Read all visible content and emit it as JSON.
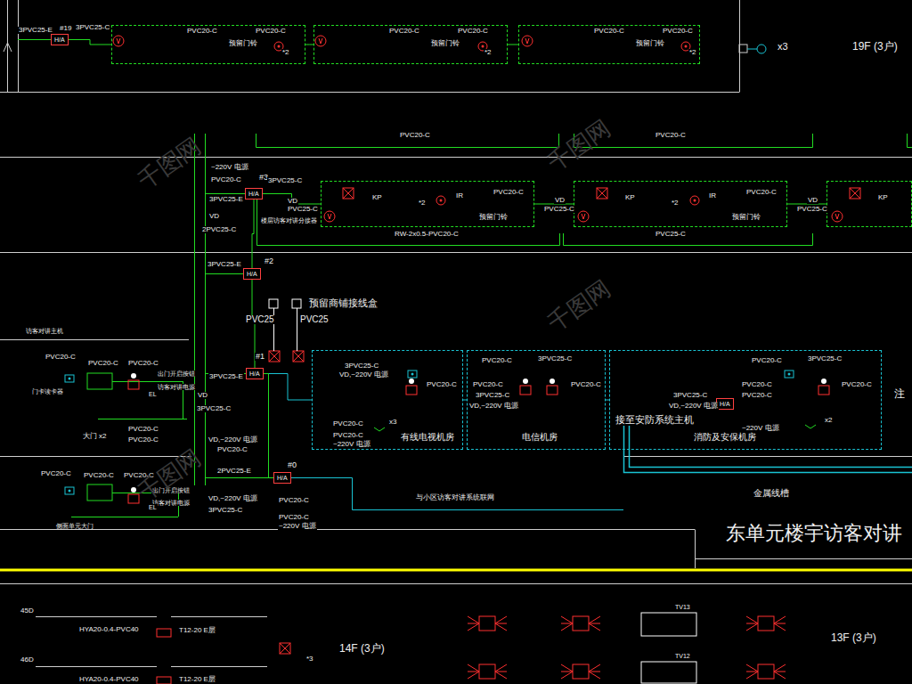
{
  "diagram": {
    "title": "东单元楼宇访客对讲",
    "nodes": [
      {
        "text": [
          "PVC20-C",
          "PVC20-C",
          "预留门铃",
          "*2"
        ]
      },
      {
        "text": [
          "PVC20-C",
          "PVC20-C",
          "预留门铃",
          "*2"
        ]
      },
      {
        "text": [
          "PVC20-C",
          "PVC20-C",
          "预留门铃",
          "*2"
        ]
      },
      {
        "text": [
          "H/A"
        ]
      },
      {
        "text": [
          "KP",
          "*2",
          "IR",
          "PVC20-C",
          "预留门铃"
        ]
      },
      {
        "text": [
          "KP",
          "*2",
          "IR",
          "PVC20-C",
          "预留门铃"
        ]
      },
      {
        "text": [
          "KP"
        ]
      },
      {
        "text": [
          "H/A"
        ]
      },
      {
        "text": [
          "H/A"
        ]
      },
      {
        "text": [
          "H/A"
        ]
      },
      {
        "text": [
          "有线电视机房"
        ]
      },
      {
        "text": [
          "电信机房"
        ]
      },
      {
        "text": [
          "消防及安保机房"
        ]
      },
      {
        "text": [
          "H/A"
        ],
        "in": 12
      },
      {
        "text": [
          "H/A"
        ]
      }
    ],
    "edges": [
      {
        "from": 3,
        "to": 0,
        "arrow": "none"
      },
      {
        "from": 0,
        "to": 1,
        "arrow": "none"
      },
      {
        "from": 1,
        "to": 2,
        "arrow": "none"
      },
      {
        "from": 7,
        "to": 4,
        "arrow": "none"
      },
      {
        "from": 4,
        "to": 5,
        "arrow": "none"
      },
      {
        "from": 5,
        "to": 6,
        "arrow": "none"
      },
      {
        "from": 7,
        "to": 8,
        "arrow": "none"
      },
      {
        "from": 8,
        "to": 9,
        "arrow": "none"
      },
      {
        "from": 9,
        "to": 10,
        "arrow": "none"
      },
      {
        "from": 10,
        "to": 11,
        "arrow": "none"
      },
      {
        "from": 11,
        "to": 12,
        "arrow": "none"
      },
      {
        "from": 9,
        "to": 14,
        "arrow": "none"
      }
    ],
    "labels": [
      "3PVC25-E",
      "#19",
      "3PVC25-C",
      "x3",
      "19F (3户)",
      "PVC20-C",
      "PVC20-C",
      "~220V 电源",
      "#3",
      "PVC20-C",
      "3PVC25-C",
      "3PVC25-E",
      "VD",
      "PVC25-C",
      "VD",
      "2PVC25-C",
      "楼层访客对讲分接器",
      "RW-2x0.5-PVC20-C",
      "VD",
      "PVC25-C",
      "PVC25-C",
      "VD",
      "PVC25-C",
      "3PVC25-E",
      "#2",
      "预留商铺接线盒",
      "PVC25",
      "PVC25",
      "#1",
      "3PVC25-E",
      "3PVC25-C",
      "VD,~220V 电源",
      "PVC20-C",
      "PVC20-C",
      "PVC20-C",
      "~220V 电源",
      "x3",
      "PVC20-C",
      "3PVC25-C",
      "PVC20-C",
      "PVC20-C",
      "3PVC25-C",
      "VD,~220V 电源",
      "PVC20-C",
      "3PVC25-C",
      "PVC20-C",
      "PVC20-C",
      "3PVC25-C",
      "PVC20-C",
      "VD,~220V 电源",
      "~220V 电源",
      "x2",
      "接至安防系统主机",
      "注",
      "访客对讲主机",
      "PVC20-C",
      "PVC20-C",
      "PVC20-C",
      "门卡读卡器",
      "出门开启按钮",
      "访客对讲电源",
      "EL",
      "VD",
      "3PVC25-C",
      "大门",
      "x2",
      "PVC20-C",
      "PVC20-C",
      "VD,~220V 电源",
      "PVC20-C",
      "2PVC25-E",
      "#0",
      "VD,~220V 电源",
      "3PVC25-C",
      "PVC20-C",
      "PVC20-C",
      "~220V 电源",
      "PVC20-C",
      "PVC20-C",
      "PVC20-C",
      "出门开启按钮",
      "访客对讲电源",
      "EL",
      "侧面单元大门",
      "与小区访客对讲系统联网",
      "金属线槽",
      "45D",
      "46D",
      "HYA20-0.4-PVC40",
      "T12-20 E层",
      "HYA20-0.4-PVC40",
      "T12-20 E层",
      "*3",
      "14F (3户)",
      "TV13",
      "TV12",
      "13F (3户)",
      "千图网",
      "千图网",
      "千图网",
      "千图网"
    ]
  }
}
